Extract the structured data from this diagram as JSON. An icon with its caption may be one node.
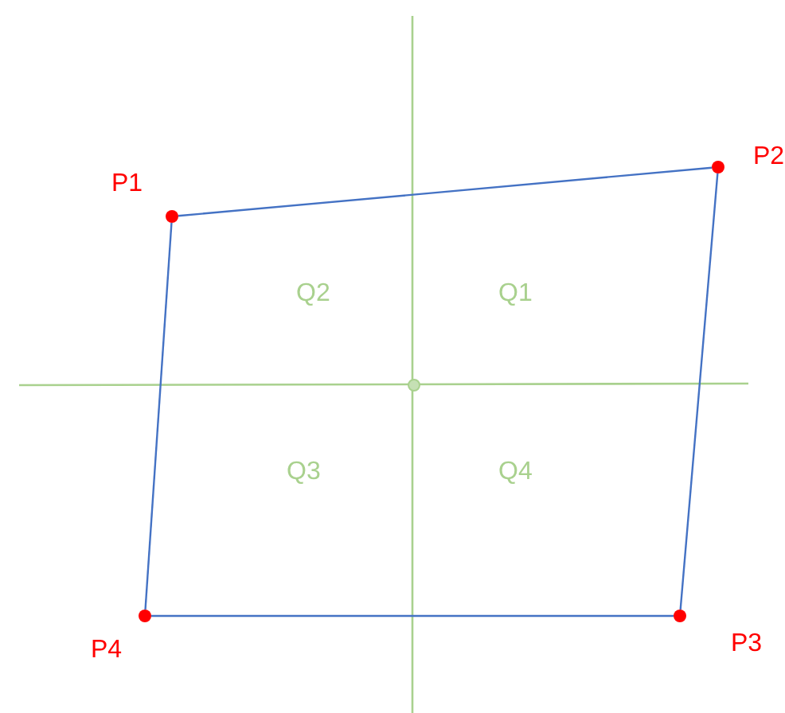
{
  "diagram": {
    "nodes": [
      {
        "text": [],
        "shape": "circle",
        "beside": [
          "P1"
        ]
      },
      {
        "text": [],
        "shape": "circle",
        "beside": [
          "P2"
        ]
      },
      {
        "text": [],
        "shape": "circle",
        "beside": [
          "P3"
        ]
      },
      {
        "text": [],
        "shape": "circle",
        "beside": [
          "P4"
        ]
      }
    ],
    "edges": [
      {
        "from": 0,
        "to": 1,
        "arrow": "none"
      },
      {
        "from": 1,
        "to": 2,
        "arrow": "none"
      },
      {
        "from": 2,
        "to": 3,
        "arrow": "none"
      },
      {
        "from": 3,
        "to": 0,
        "arrow": "none"
      }
    ],
    "labels": [
      "Q2",
      "Q1",
      "Q3",
      "Q4"
    ]
  }
}
